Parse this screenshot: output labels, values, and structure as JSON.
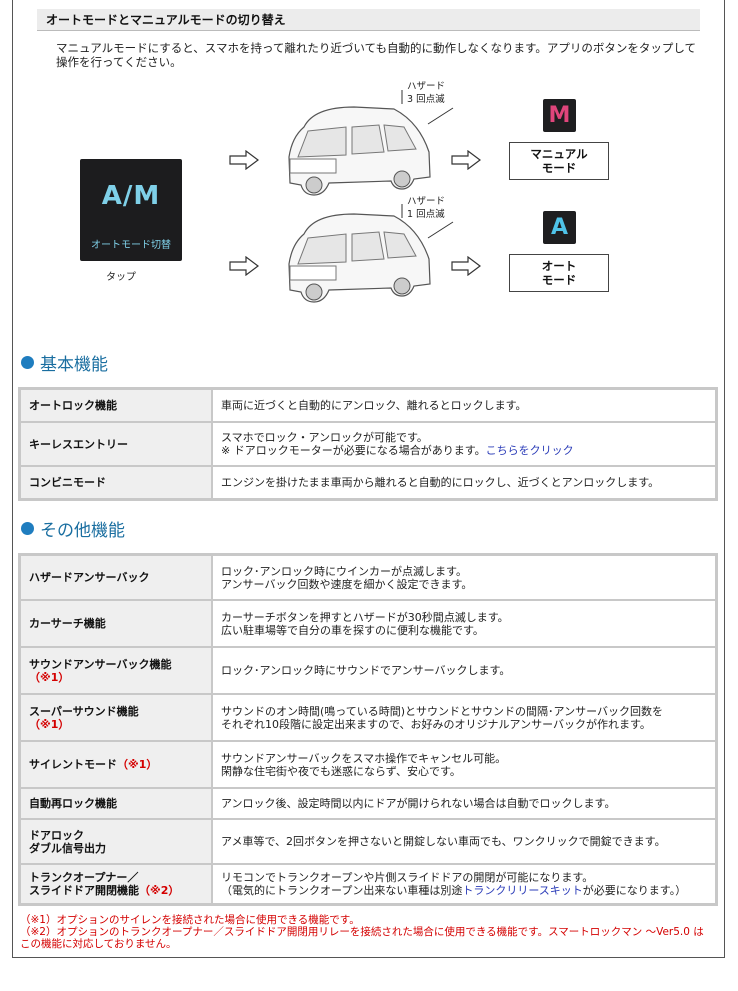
{
  "section": {
    "title": "オートモードとマニュアルモードの切り替え",
    "intro_line1": "マニュアルモードにすると、スマホを持って離れたり近づいても自動的に動作しなくなります。アプリのボタンをタップして",
    "intro_line2": "操作を行ってください。"
  },
  "am_button": {
    "big": "A/M",
    "small": "オートモード切替",
    "tap": "タップ"
  },
  "manual_row": {
    "hazard_line1": "ハザード",
    "hazard_line2": "3 回点滅",
    "icon_letter": "M",
    "mode_line1": "マニュアル",
    "mode_line2": "モード",
    "icon_color": "#e0457b"
  },
  "auto_row": {
    "hazard_line1": "ハザード",
    "hazard_line2": "1 回点滅",
    "icon_letter": "A",
    "mode_line1": "オート",
    "mode_line2": "モード",
    "icon_color": "#4fc3e8"
  },
  "basic": {
    "heading": "基本機能",
    "rows": [
      {
        "key": "オートロック機能",
        "v1": "車両に近づくと自動的にアンロック、離れるとロックします。"
      },
      {
        "key": "キーレスエントリー",
        "v1": "スマホでロック・アンロックが可能です。",
        "v2": "※ ドアロックモーターが必要になる場合があります。",
        "link": "こちらをクリック"
      },
      {
        "key": "コンビニモード",
        "v1": "エンジンを掛けたまま車両から離れると自動的にロックし、近づくとアンロックします。"
      }
    ]
  },
  "other": {
    "heading": "その他機能",
    "rows": [
      {
        "key": "ハザードアンサーバック",
        "v1": "ロック･アンロック時にウインカーが点滅します。",
        "v2": "アンサーバック回数や速度を細かく設定できます。"
      },
      {
        "key": "カーサーチ機能",
        "v1": "カーサーチボタンを押すとハザードが30秒間点滅します。",
        "v2": "広い駐車場等で自分の車を探すのに便利な機能です。"
      },
      {
        "key": "サウンドアンサーバック機能",
        "note": "（※1）",
        "v1": "ロック･アンロック時にサウンドでアンサーバックします。"
      },
      {
        "key": "スーパーサウンド機能",
        "note": "（※1）",
        "v1": "サウンドのオン時間(鳴っている時間)とサウンドとサウンドの間隔･アンサーバック回数を",
        "v2": "それぞれ10段階に設定出来ますので、お好みのオリジナルアンサーバックが作れます。"
      },
      {
        "key": "サイレントモード",
        "note": "（※1）",
        "v1": "サウンドアンサーバックをスマホ操作でキャンセル可能。",
        "v2": "閑静な住宅街や夜でも迷惑にならず、安心です。"
      },
      {
        "key": "自動再ロック機能",
        "v1": "アンロック後、設定時間以内にドアが開けられない場合は自動でロックします。"
      },
      {
        "key": "ドアロック",
        "key2": "ダブル信号出力",
        "v1": "アメ車等で、2回ボタンを押さないと開錠しない車両でも、ワンクリックで開錠できます。"
      },
      {
        "key": "トランクオープナー／",
        "key2": "スライドドア開閉機能",
        "note": "（※2）",
        "v1": "リモコンでトランクオープンや片側スライドドアの開閉が可能になります。",
        "v2a": "（電気的にトランクオープン出来ない車種は別途",
        "link": "トランクリリースキット",
        "v2b": "が必要になります。）"
      }
    ]
  },
  "notes": {
    "n1": "（※1）オプションのサイレンを接続された場合に使用できる機能です。",
    "n2": "（※2）オプションのトランクオープナー／スライドドア開閉用リレーを接続された場合に使用できる機能です。スマートロックマン ～Ver5.0 は",
    "n3": "この機能に対応しておりません。"
  }
}
